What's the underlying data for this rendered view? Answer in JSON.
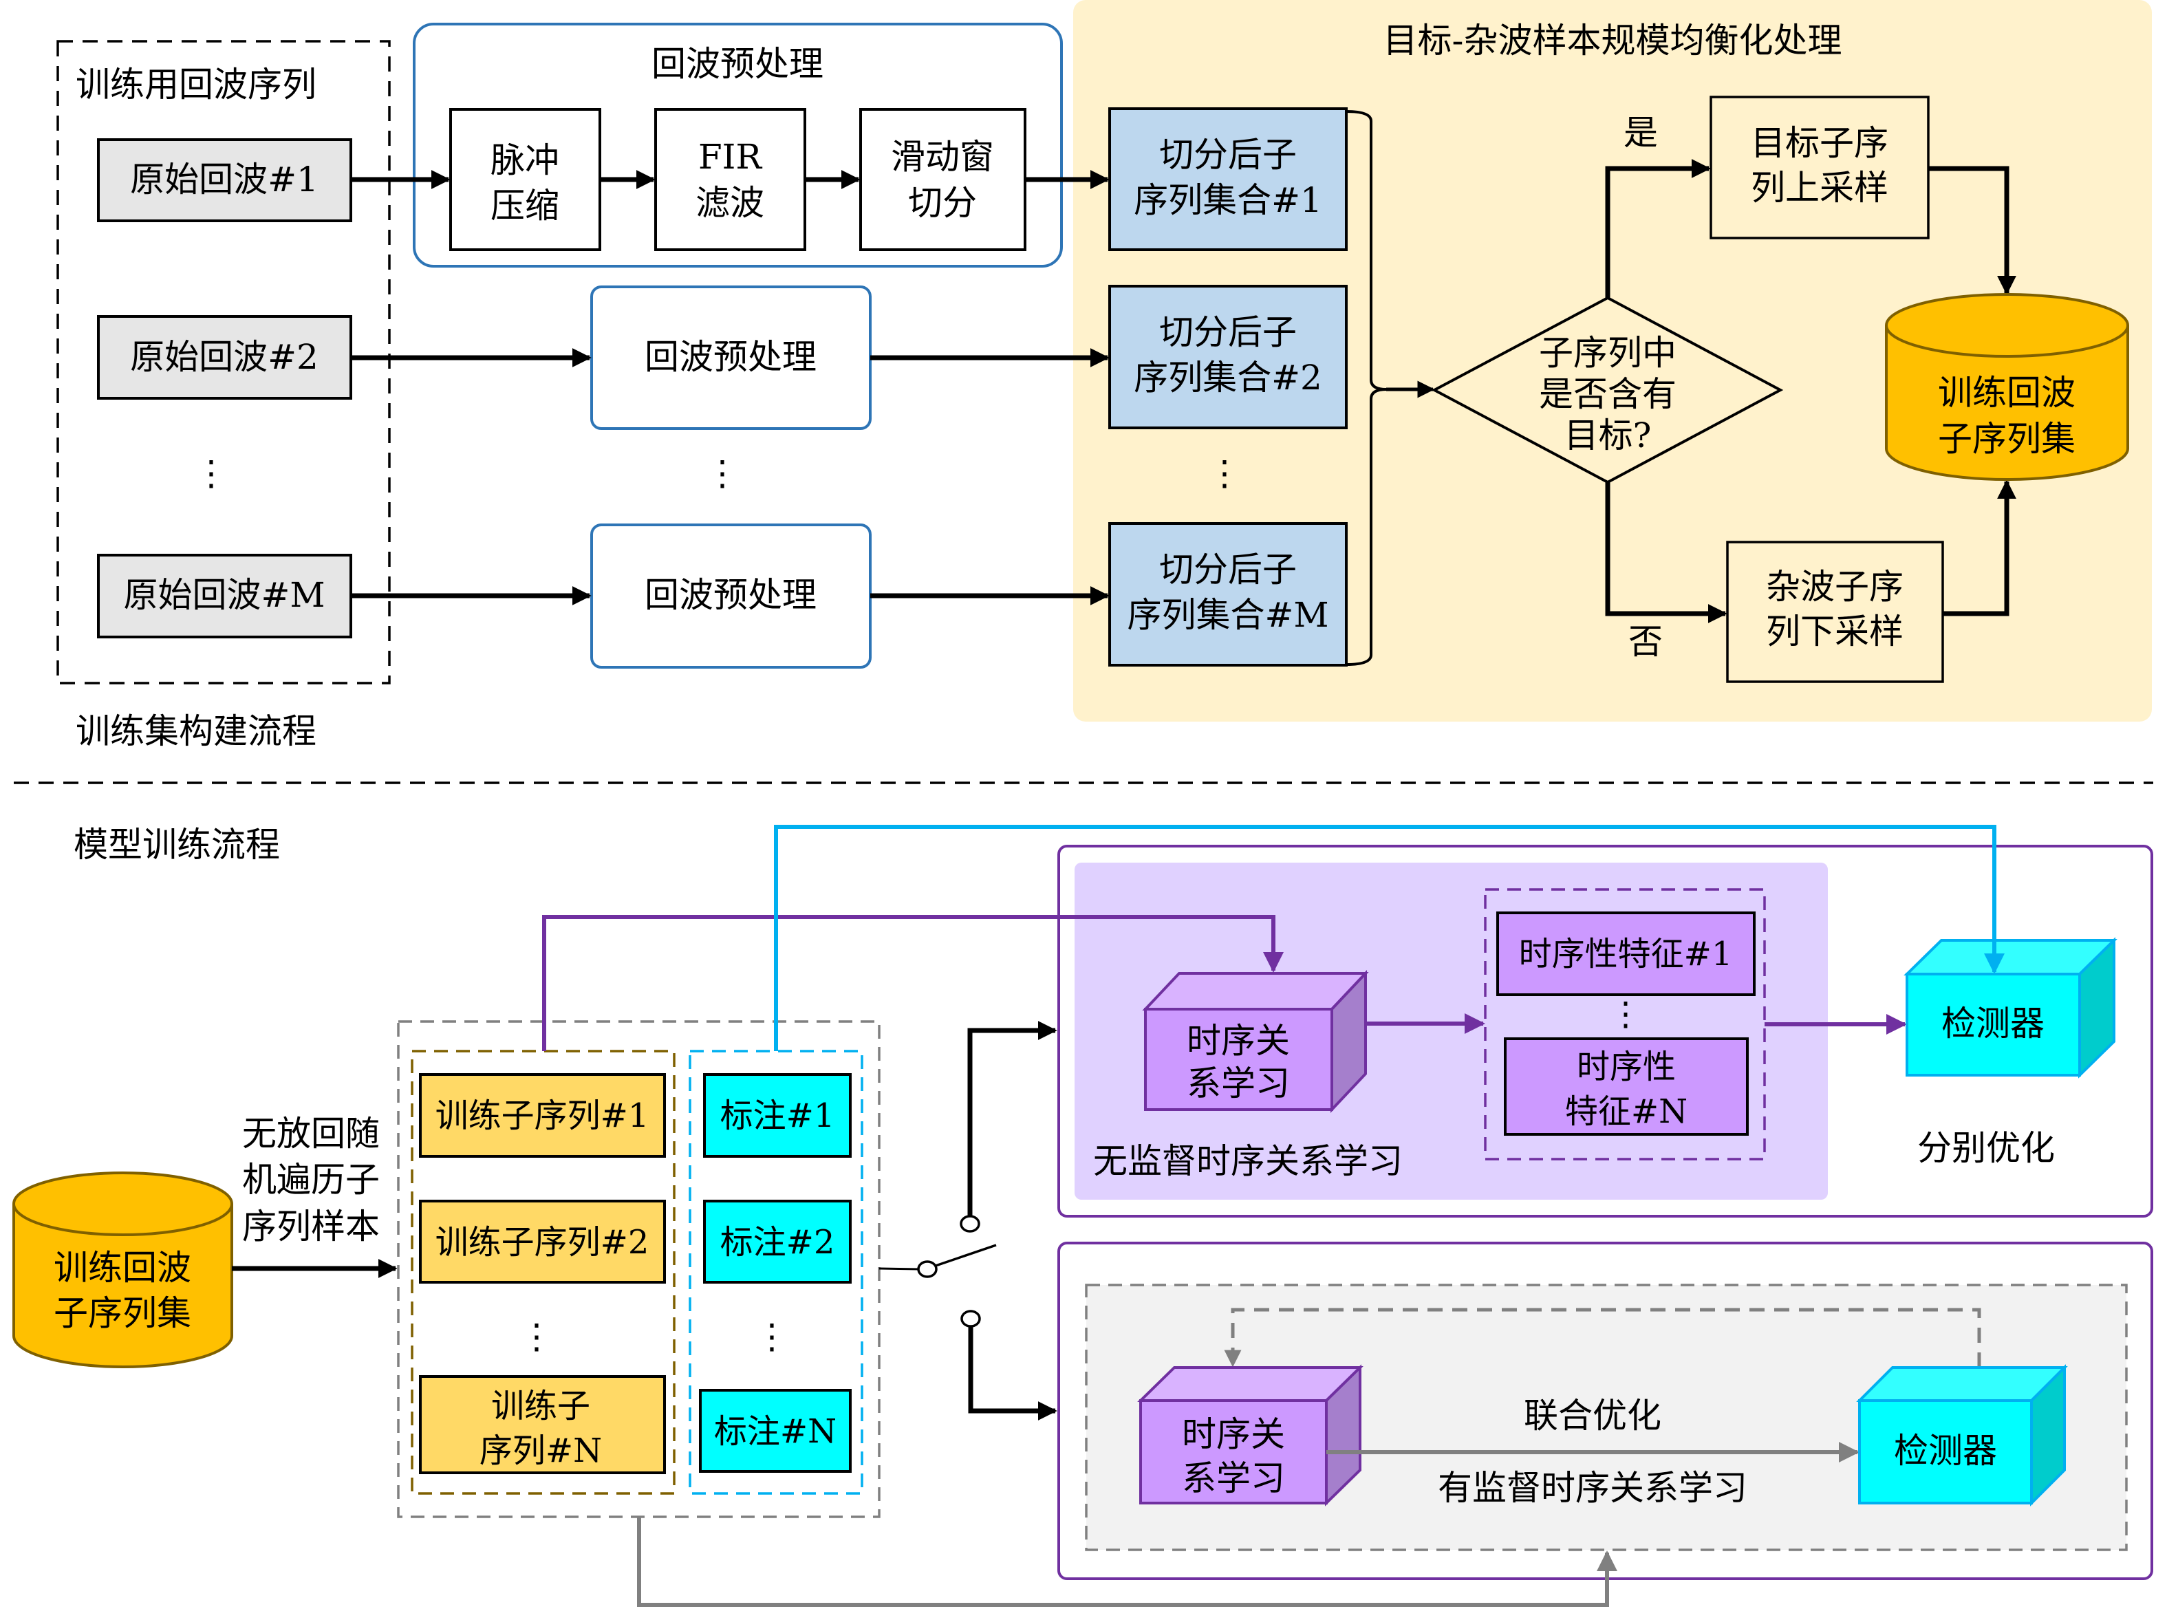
{
  "colors": {
    "raw_echo_fill": "#E6E6E6",
    "preprocess_border": "#2E75B6",
    "balance_panel_bg": "#FFF2CC",
    "subseq_set_fill": "#BDD7EE",
    "dataset_fill": "#FFC000",
    "dataset_stroke": "#7F6000",
    "train_subseq_fill": "#FFD966",
    "label_fill": "#00FFFF",
    "purple": "#7030A0",
    "lavender_panel": "#E0D1FF",
    "temporal_front": "#CC99FF",
    "temporal_top": "#D9B3FF",
    "temporal_side": "#A57FCC",
    "detector_front": "#00FFFF",
    "detector_top": "#33FFFF",
    "detector_side": "#00CCCC",
    "cyan_line": "#00B0F0",
    "gray_line": "#808080",
    "supervised_panel": "#F2F2F2"
  },
  "top": {
    "section_caption": "训练集构建流程",
    "raw_group": {
      "title": "训练用回波序列",
      "items": [
        "原始回波#1",
        "原始回波#2",
        "原始回波#M"
      ],
      "ellipsis": "⋮"
    },
    "preprocess_group": {
      "title": "回波预处理",
      "steps": [
        {
          "line1": "脉冲",
          "line2": "压缩"
        },
        {
          "line1": "FIR",
          "line2": "滤波"
        },
        {
          "line1": "滑动窗",
          "line2": "切分"
        }
      ],
      "collapsed_label": "回波预处理",
      "ellipsis": "⋮"
    },
    "balance_panel": {
      "title": "目标-杂波样本规模均衡化处理",
      "subseq_sets": [
        {
          "line1": "切分后子",
          "line2": "序列集合#1"
        },
        {
          "line1": "切分后子",
          "line2": "序列集合#2"
        },
        {
          "line1": "切分后子",
          "line2": "序列集合#M"
        }
      ],
      "ellipsis": "⋮",
      "decision": {
        "line1": "子序列中",
        "line2": "是否含有",
        "line3": "目标?"
      },
      "yes_label": "是",
      "no_label": "否",
      "upsample": {
        "line1": "目标子序",
        "line2": "列上采样"
      },
      "downsample": {
        "line1": "杂波子序",
        "line2": "列下采样"
      },
      "dataset": {
        "line1": "训练回波",
        "line2": "子序列集"
      }
    }
  },
  "bottom": {
    "section_caption": "模型训练流程",
    "dataset": {
      "line1": "训练回波",
      "line2": "子序列集"
    },
    "sampling_label": {
      "line1": "无放回随",
      "line2": "机遍历子",
      "line3": "序列样本"
    },
    "train_subseqs": [
      {
        "line1": "训练子序列#1"
      },
      {
        "line1": "训练子序列#2"
      },
      {
        "line1": "训练子",
        "line2": "序列#N"
      }
    ],
    "labels": [
      "标注#1",
      "标注#2",
      "标注#N"
    ],
    "ellipsis": "⋮",
    "unsupervised": {
      "panel_label": "无监督时序关系学习",
      "temporal_module": {
        "line1": "时序关",
        "line2": "系学习"
      },
      "features": [
        {
          "line1": "时序性特征#1"
        },
        {
          "line1": "时序性",
          "line2": "特征#N"
        }
      ],
      "ellipsis": "⋮",
      "detector": "检测器",
      "optimization_label": "分别优化"
    },
    "supervised": {
      "panel_label": "有监督时序关系学习",
      "temporal_module": {
        "line1": "时序关",
        "line2": "系学习"
      },
      "detector": "检测器",
      "optimization_label": "联合优化"
    }
  }
}
